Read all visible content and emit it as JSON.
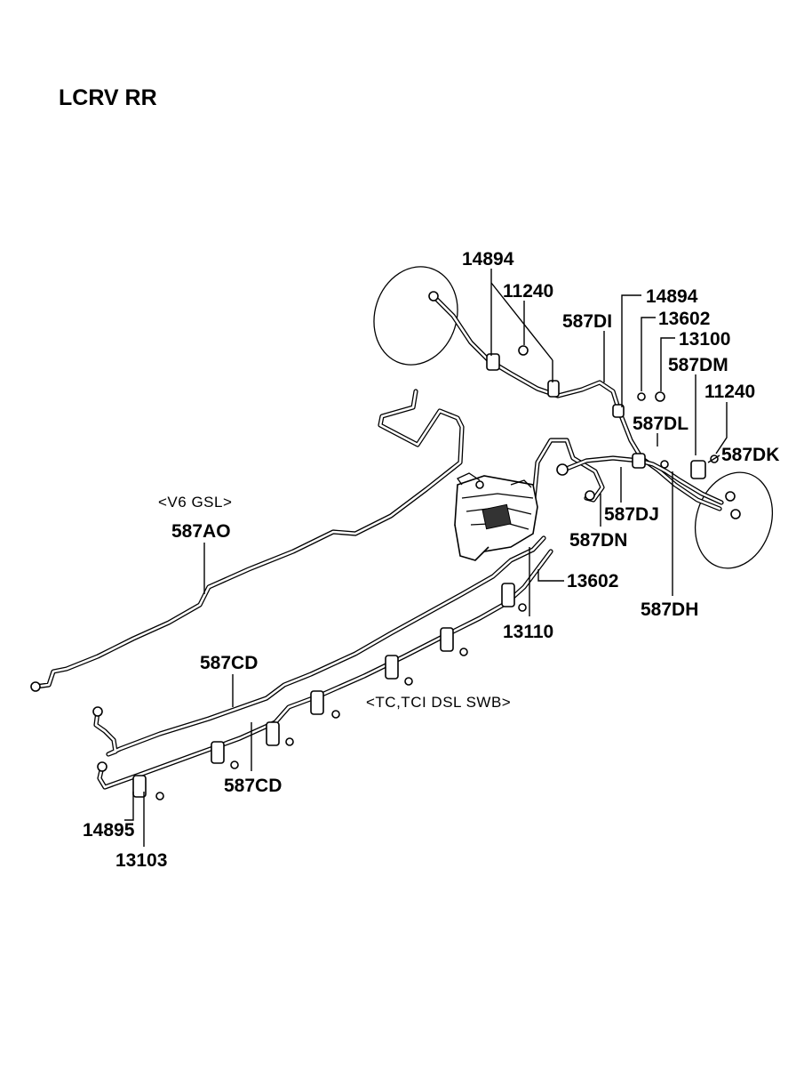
{
  "title": "LCRV RR",
  "notes": {
    "v6_gsl": "<V6 GSL>",
    "tc_tci": "<TC,TCI DSL SWB>"
  },
  "labels": {
    "l14894_a": "14894",
    "l11240_a": "11240",
    "l14894_b": "14894",
    "l587DI": "587DI",
    "l13602_a": "13602",
    "l13100": "13100",
    "l587DM": "587DM",
    "l11240_b": "11240",
    "l587DL": "587DL",
    "l587DK": "587DK",
    "l587DJ": "587DJ",
    "l587DN": "587DN",
    "l13602_b": "13602",
    "l587DH": "587DH",
    "l13110": "13110",
    "l587AO": "587AO",
    "l587CD_a": "587CD",
    "l587CD_b": "587CD",
    "l14895": "14895",
    "l13103": "13103"
  }
}
